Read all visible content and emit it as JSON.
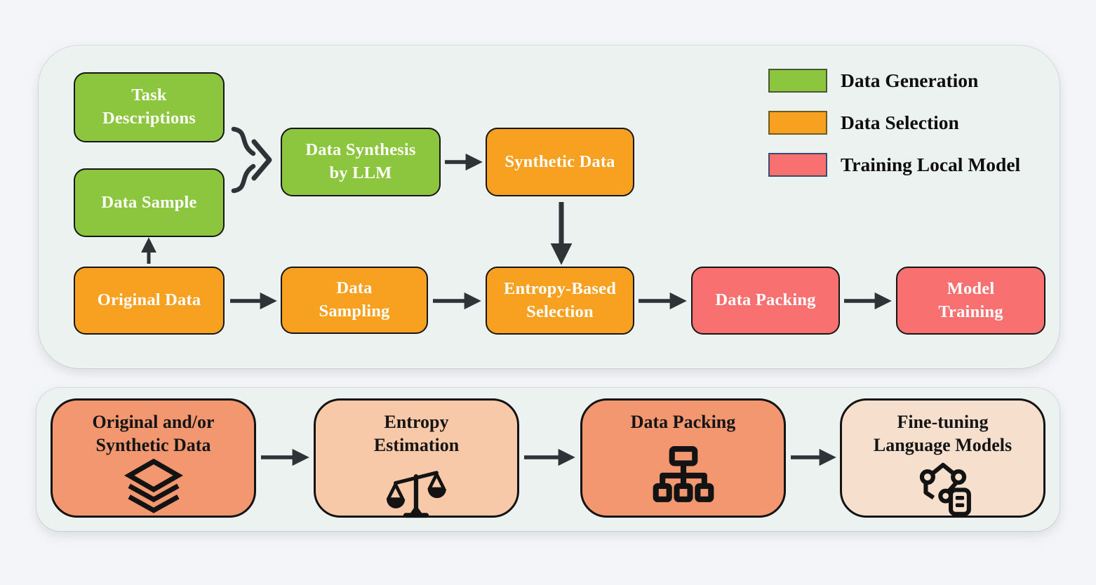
{
  "figure": {
    "legend": {
      "items": [
        {
          "label": "Data Generation",
          "color": "#8CC63E"
        },
        {
          "label": "Data Selection",
          "color": "#F8A01F"
        },
        {
          "label": "Training Local Model",
          "color": "#F97070"
        }
      ]
    },
    "top_flow": {
      "task_descriptions": {
        "lines": [
          "Task",
          "Descriptions"
        ],
        "category": "Data Generation"
      },
      "data_sample": {
        "lines": [
          "Data Sample"
        ],
        "category": "Data Generation"
      },
      "data_synthesis": {
        "lines": [
          "Data Synthesis",
          "by LLM"
        ],
        "category": "Data Generation"
      },
      "synthetic_data": {
        "lines": [
          "Synthetic Data"
        ],
        "category": "Data Selection"
      },
      "original_data": {
        "lines": [
          "Original Data"
        ],
        "category": "Data Selection"
      },
      "data_sampling": {
        "lines": [
          "Data",
          "Sampling"
        ],
        "category": "Data Selection"
      },
      "entropy_based_selection": {
        "lines": [
          "Entropy-Based",
          "Selection"
        ],
        "category": "Data Selection"
      },
      "data_packing": {
        "lines": [
          "Data Packing"
        ],
        "category": "Training Local Model"
      },
      "model_training": {
        "lines": [
          "Model",
          "Training"
        ],
        "category": "Training Local Model"
      }
    },
    "bottom_flow": {
      "steps": [
        {
          "lines": [
            "Original and/or",
            "Synthetic Data"
          ],
          "icon": "layers-icon"
        },
        {
          "lines": [
            "Entropy",
            "Estimation"
          ],
          "icon": "scale-icon"
        },
        {
          "lines": [
            "Data Packing"
          ],
          "icon": "hierarchy-icon"
        },
        {
          "lines": [
            "Fine-tuning",
            "Language Models"
          ],
          "icon": "model-icon"
        }
      ]
    },
    "colors": {
      "data_generation": "#8CC63E",
      "data_selection": "#F8A01F",
      "training_local_model": "#F97070",
      "stage_salmon": "#F2976F",
      "stage_peach": "#F8C9A8",
      "stage_cream": "#F6E0CD"
    }
  }
}
